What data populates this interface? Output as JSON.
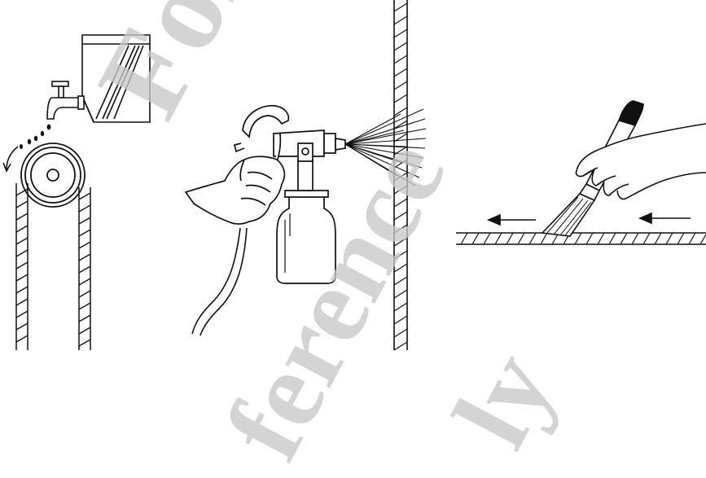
{
  "watermark": {
    "lines": [
      "For",
      "ference",
      "ly"
    ],
    "color": "#c8c8c8"
  },
  "figure": {
    "panels": [
      {
        "name": "drip-tap-method",
        "icons": [
          "tank",
          "tap",
          "drip-drops",
          "pulley-wheel",
          "rope-loop"
        ]
      },
      {
        "name": "spray-gun-method",
        "icons": [
          "hand",
          "spray-gun",
          "paint-jar",
          "air-hose",
          "spray-mist",
          "vertical-rope"
        ]
      },
      {
        "name": "brush-method",
        "icons": [
          "hand",
          "paint-brush",
          "left-arrow",
          "horizontal-rope"
        ]
      }
    ],
    "line_color": "#111111"
  }
}
